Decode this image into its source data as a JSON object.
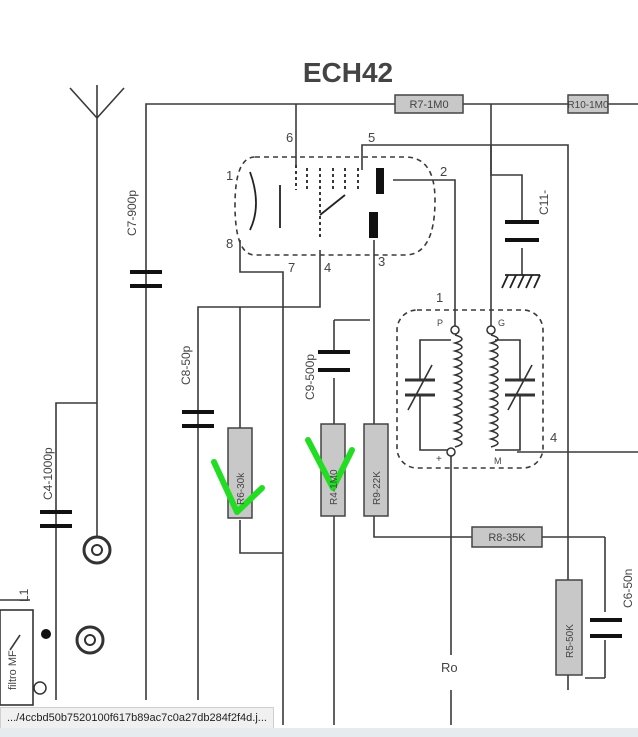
{
  "title": "ECH42",
  "status_url": ".../4ccbd50b7520100f617b89ac7c0a27db284f2f4d.j...",
  "components": {
    "r7": "R7-1M0",
    "r10": "R10-1M0",
    "c7": "C7-900p",
    "c11": "C11-",
    "c8": "C8-50p",
    "c9": "C9-500p",
    "r6": "R6-30k",
    "r4": "R4-1M0",
    "r9": "R9-22K",
    "r8": "R8-35K",
    "r5": "R5-50K",
    "c6": "C6-50n",
    "c4": "C4-1000p",
    "l1": "L1",
    "filtro": "filtro MF",
    "ro": "Ro"
  },
  "pins": {
    "p1": "1",
    "p2": "2",
    "p3": "3",
    "p4": "4",
    "p5": "5",
    "p6": "6",
    "p7": "7",
    "p8": "8",
    "if1": "1",
    "if4": "4",
    "pl": "P",
    "gl": "G",
    "plus": "+",
    "ml": "M"
  },
  "colors": {
    "line": "#3a3a3a",
    "resistor": "#c8c8c8",
    "check": "#22dd22",
    "title": "#8a8a8a"
  }
}
